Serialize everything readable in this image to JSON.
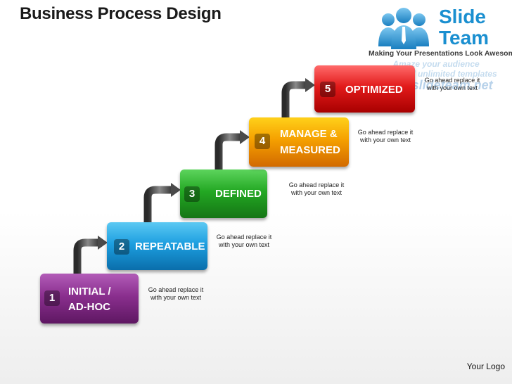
{
  "title": "Business Process Design",
  "brand": {
    "name_line1": "Slide",
    "name_line2": "Team",
    "tagline": "Making Your Presentations Look Awesome",
    "promo_line1": "Amaze your audience",
    "promo_line2": "Download unlimited templates",
    "promo_line3": "www.slideteam.net"
  },
  "steps": [
    {
      "number": "1",
      "label_line1": "INITIAL /",
      "label_line2": "AD-HOC",
      "note": "Go ahead replace it with your own text",
      "color": "#8a2f8e"
    },
    {
      "number": "2",
      "label_line1": "REPEATABLE",
      "label_line2": "",
      "note": "Go ahead replace it with your own text",
      "color": "#1d9fe0"
    },
    {
      "number": "3",
      "label_line1": "DEFINED",
      "label_line2": "",
      "note": "Go ahead replace it with your own text",
      "color": "#23a823"
    },
    {
      "number": "4",
      "label_line1": "MANAGE &",
      "label_line2": "MEASURED",
      "note": "Go ahead replace it with your own text",
      "color": "#f5a000"
    },
    {
      "number": "5",
      "label_line1": "OPTIMIZED",
      "label_line2": "",
      "note": "Go ahead replace it with your own text",
      "color": "#e21a1a"
    }
  ],
  "footer": {
    "logo_text": "Your Logo"
  }
}
